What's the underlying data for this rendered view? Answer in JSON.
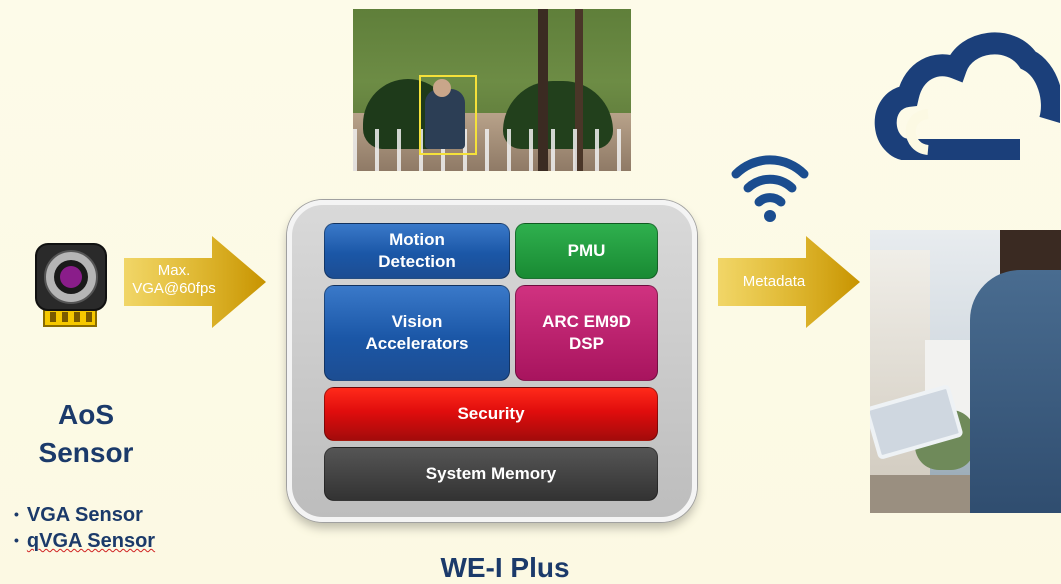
{
  "sensor": {
    "title_line1": "AoS",
    "title_line2": "Sensor",
    "bullets": [
      "VGA Sensor",
      "qVGA Sensor"
    ]
  },
  "arrows": {
    "input_line1": "Max.",
    "input_line2": "VGA@60fps",
    "output": "Metadata"
  },
  "chip": {
    "name": "WE-I Plus",
    "blocks": {
      "motion_line1": "Motion",
      "motion_line2": "Detection",
      "pmu": "PMU",
      "vision_line1": "Vision",
      "vision_line2": "Accelerators",
      "dsp_line1": "ARC EM9D",
      "dsp_line2": "DSP",
      "security": "Security",
      "memory": "System Memory"
    }
  },
  "icons": {
    "camera": "camera-sensor-icon",
    "cloud": "cloud-icon",
    "wifi": "wifi-icon"
  },
  "colors": {
    "title_text": "#1b3a6a",
    "arrow": "#d9a400",
    "cloud": "#1b3f7a",
    "wifi": "#1b4d8f",
    "block_blue": "#1b57a7",
    "block_green": "#198a33",
    "block_magenta": "#a8145e",
    "block_red": "#e00d0d",
    "block_dark": "#333333"
  }
}
